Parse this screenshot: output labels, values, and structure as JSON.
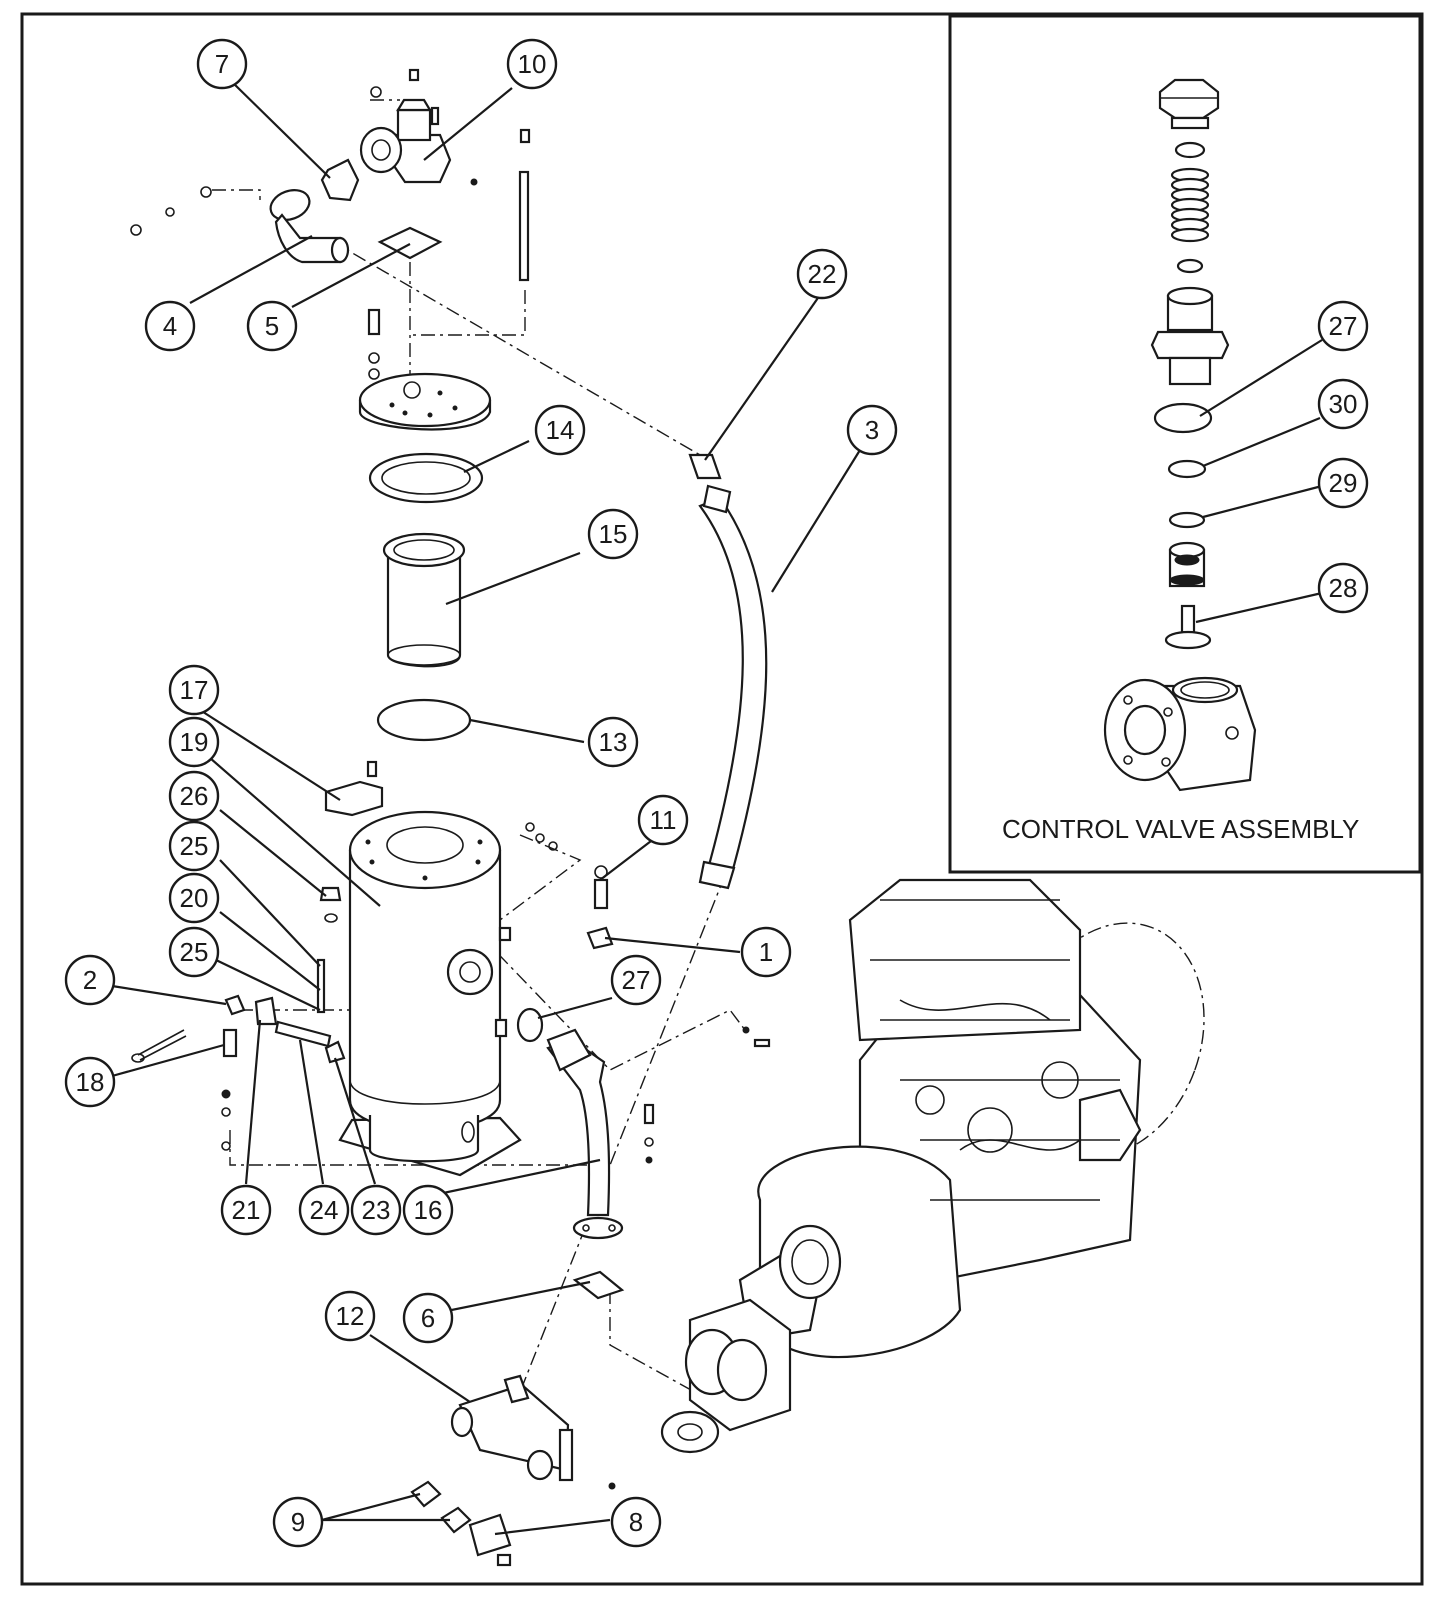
{
  "inset": {
    "title": "CONTROL VALVE ASSEMBLY"
  },
  "callouts": [
    {
      "id": "c7",
      "label": "7"
    },
    {
      "id": "c10",
      "label": "10"
    },
    {
      "id": "c4",
      "label": "4"
    },
    {
      "id": "c5",
      "label": "5"
    },
    {
      "id": "c22",
      "label": "22"
    },
    {
      "id": "c14",
      "label": "14"
    },
    {
      "id": "c3",
      "label": "3"
    },
    {
      "id": "c15",
      "label": "15"
    },
    {
      "id": "c17",
      "label": "17"
    },
    {
      "id": "c19",
      "label": "19"
    },
    {
      "id": "c13",
      "label": "13"
    },
    {
      "id": "c26",
      "label": "26"
    },
    {
      "id": "c11",
      "label": "11"
    },
    {
      "id": "c25a",
      "label": "25"
    },
    {
      "id": "c20",
      "label": "20"
    },
    {
      "id": "c1",
      "label": "1"
    },
    {
      "id": "c25b",
      "label": "25"
    },
    {
      "id": "c2",
      "label": "2"
    },
    {
      "id": "c27a",
      "label": "27"
    },
    {
      "id": "c18",
      "label": "18"
    },
    {
      "id": "c21",
      "label": "21"
    },
    {
      "id": "c24",
      "label": "24"
    },
    {
      "id": "c23",
      "label": "23"
    },
    {
      "id": "c16",
      "label": "16"
    },
    {
      "id": "c12",
      "label": "12"
    },
    {
      "id": "c6",
      "label": "6"
    },
    {
      "id": "c9",
      "label": "9"
    },
    {
      "id": "c8",
      "label": "8"
    },
    {
      "id": "c27b",
      "label": "27"
    },
    {
      "id": "c30",
      "label": "30"
    },
    {
      "id": "c29",
      "label": "29"
    },
    {
      "id": "c28",
      "label": "28"
    }
  ]
}
